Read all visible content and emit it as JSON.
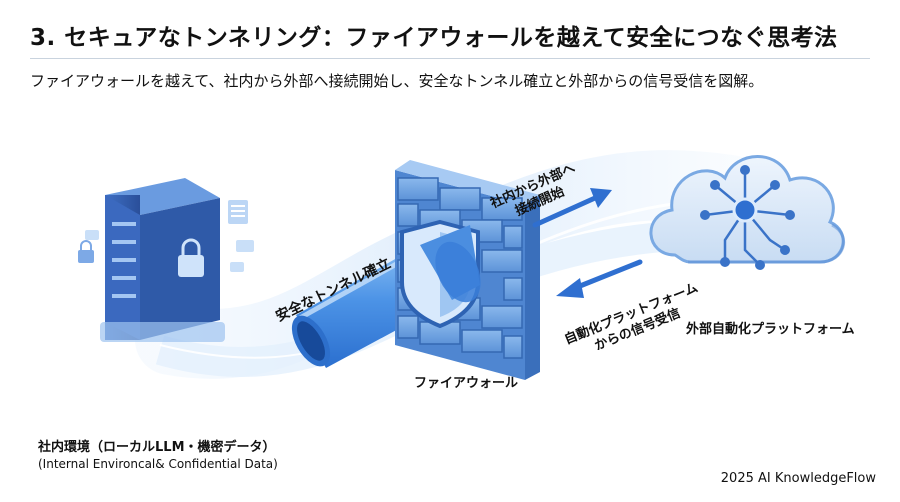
{
  "header": {
    "title": "3. セキュアなトンネリング：ファイアウォールを越えて安全につなぐ思考法",
    "subtitle": "ファイアウォールを越えて、社内から外部へ接続開始し、安全なトンネル確立と外部からの信号受信を図解。"
  },
  "diagram": {
    "tunnel_label": "安全なトンネル確立",
    "outbound_label_line1": "社内から外部へ",
    "outbound_label_line2": "接続開始",
    "inbound_label_line1": "自動化プラットフォーム",
    "inbound_label_line2": "からの信号受信",
    "firewall_label": "ファイアウォール",
    "cloud_label": "外部自動化プラットフォーム",
    "internal_label_ja": "社内環境（ローカルLLM・機密データ）",
    "internal_label_en": "(Internal Environcal& Confidential Data)"
  },
  "colors": {
    "accent_blue": "#3b7fd9",
    "light_blue": "#a9cdf5",
    "stream_blue": "#cfe4fb"
  },
  "footer": {
    "credit": "2025 AI KnowledgeFlow"
  }
}
